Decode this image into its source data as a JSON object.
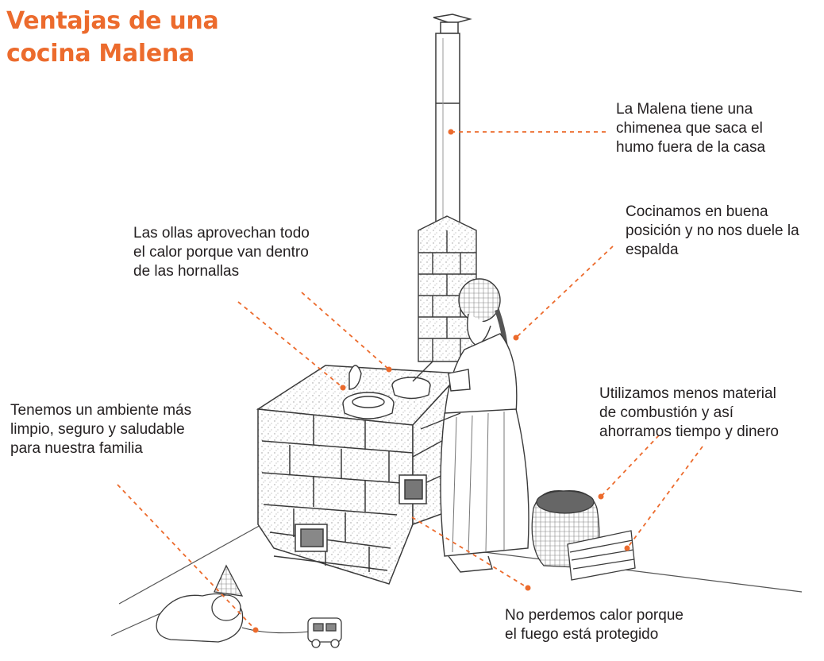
{
  "title": {
    "line1": "Ventajas de una",
    "line2": "cocina Malena"
  },
  "callouts": {
    "chimney": [
      "La Malena tiene una",
      "chimenea que saca el",
      "humo fuera de la casa"
    ],
    "posture": [
      "Cocinamos en buena",
      "posición y no nos duele la",
      "espalda"
    ],
    "pots": [
      "Las ollas aprovechan todo",
      "el calor porque van dentro",
      "de las hornallas"
    ],
    "fuel": [
      "Utilizamos menos material",
      "de combustión y así",
      "ahorramos tiempo y dinero"
    ],
    "environment": [
      "Tenemos un ambiente más",
      "limpio, seguro y saludable",
      "para nuestra familia"
    ],
    "heat": [
      "No perdemos calor porque",
      "el fuego está protegido"
    ]
  },
  "colors": {
    "accent": "#ec6b2d",
    "text": "#231f20",
    "ink": "#3a3a3a"
  }
}
